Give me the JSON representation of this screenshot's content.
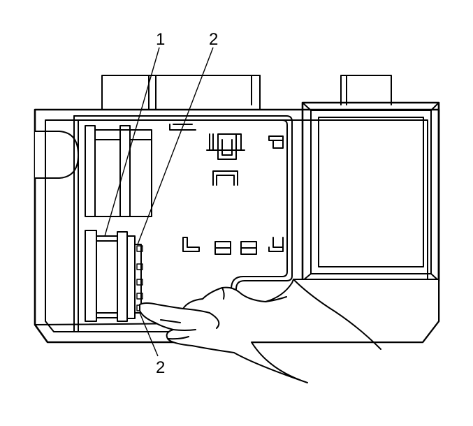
{
  "colors": {
    "line": "#000000",
    "background": "#ffffff"
  },
  "callouts": [
    {
      "id": "callout-1",
      "label": "1"
    },
    {
      "id": "callout-2-top",
      "label": "2"
    },
    {
      "id": "callout-2-bottom",
      "label": "2"
    }
  ]
}
